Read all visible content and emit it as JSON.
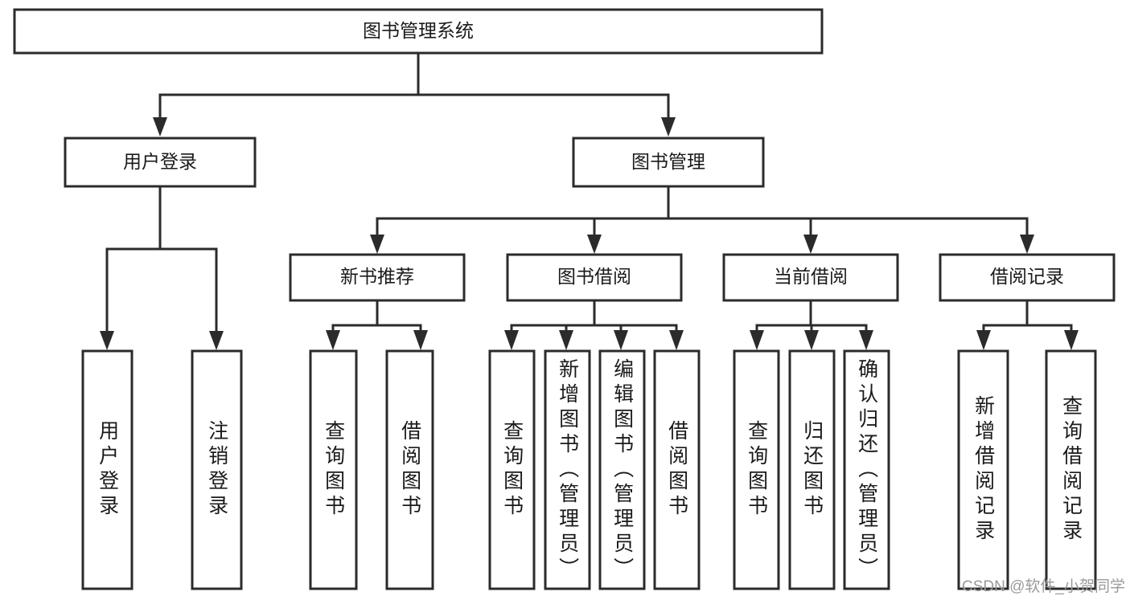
{
  "diagram": {
    "title": "图书管理系统",
    "type": "tree-hierarchy-chart",
    "colors": {
      "box_stroke": "#2b2b2b",
      "box_fill": "#ffffff",
      "connector": "#2b2b2b",
      "text": "#1a1a1a",
      "watermark": "#9a9a9a",
      "background": "#ffffff"
    },
    "root": {
      "label": "图书管理系统"
    },
    "level2": [
      {
        "label": "用户登录"
      },
      {
        "label": "图书管理"
      }
    ],
    "level3": [
      {
        "label": "新书推荐"
      },
      {
        "label": "图书借阅"
      },
      {
        "label": "当前借阅"
      },
      {
        "label": "借阅记录"
      }
    ],
    "leaves": {
      "user_login": [
        {
          "label": "用户登录"
        },
        {
          "label": "注销登录"
        }
      ],
      "new_book_recommend": [
        {
          "label": "查询图书"
        },
        {
          "label": "借阅图书"
        }
      ],
      "book_borrow": [
        {
          "label": "查询图书"
        },
        {
          "label": "新增图书（管理员）"
        },
        {
          "label": "编辑图书（管理员）"
        },
        {
          "label": "借阅图书"
        }
      ],
      "current_borrow": [
        {
          "label": "查询图书"
        },
        {
          "label": "归还图书"
        },
        {
          "label": "确认归还（管理员）"
        }
      ],
      "borrow_record": [
        {
          "label": "新增借阅记录"
        },
        {
          "label": "查询借阅记录"
        }
      ]
    }
  },
  "watermark": {
    "text": "CSDN @软件_小贺同学"
  }
}
